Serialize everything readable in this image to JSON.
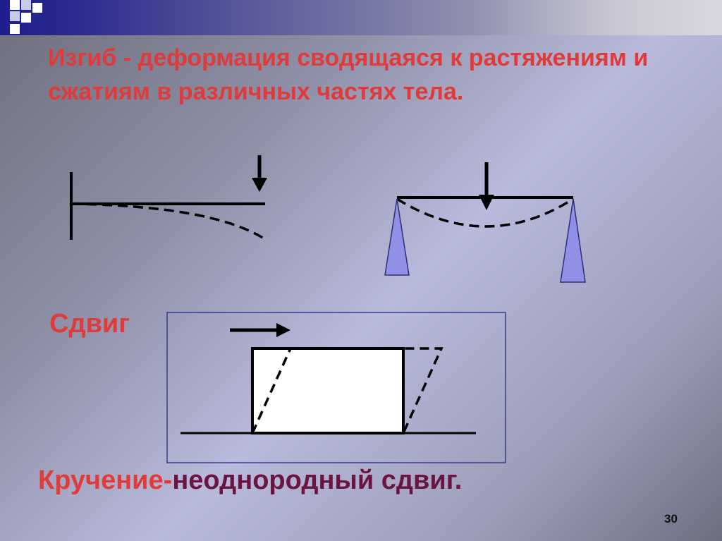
{
  "slide": {
    "title": "Изгиб - деформация сводящаяся к растяжениям и сжатиям в различных частях тела.",
    "shear_label": "Сдвиг",
    "torsion_prefix": "Кручение-",
    "torsion_rest": "неоднородный сдвиг.",
    "page_number": "30"
  },
  "colors": {
    "accent_red": "#e03a3a",
    "accent_maroon": "#6a1440",
    "support_fill": "#8f90e6",
    "frame_border": "#3a3a8e"
  }
}
